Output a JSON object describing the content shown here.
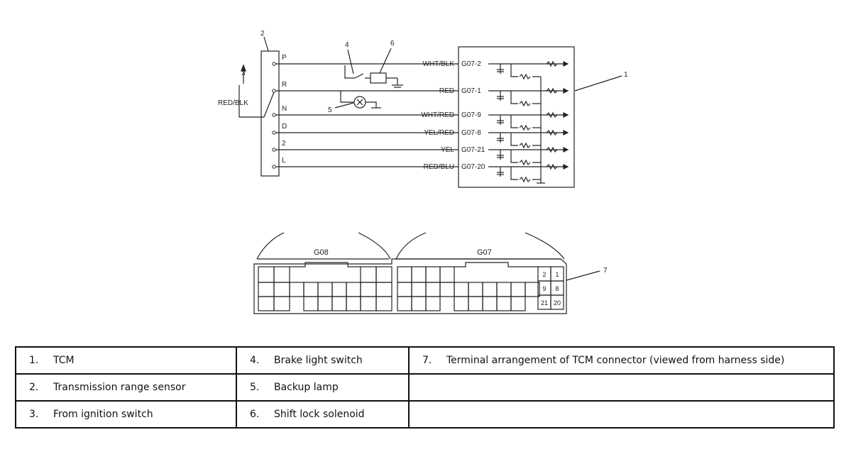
{
  "callouts": {
    "c1": "1",
    "c2": "2",
    "c3": "3",
    "c4": "4",
    "c5": "5",
    "c6": "6",
    "c7": "7"
  },
  "sensor": {
    "source_wire": "RED/BLK",
    "positions": [
      "P",
      "R",
      "N",
      "D",
      "2",
      "L"
    ]
  },
  "wires": [
    {
      "color": "WHT/BLK",
      "terminal": "G07-2"
    },
    {
      "color": "RED",
      "terminal": "G07-1"
    },
    {
      "color": "WHT/RED",
      "terminal": "G07-9"
    },
    {
      "color": "YEL/RED",
      "terminal": "G07-8"
    },
    {
      "color": "YEL",
      "terminal": "G07-21"
    },
    {
      "color": "RED/BLU",
      "terminal": "G07-20"
    }
  ],
  "connector": {
    "left_label": "G08",
    "right_label": "G07",
    "pins": [
      "2",
      "1",
      "9",
      "8",
      "21",
      "20"
    ]
  },
  "legend": {
    "rows": [
      [
        {
          "num": "1.",
          "text": "TCM"
        },
        {
          "num": "4.",
          "text": "Brake light switch"
        },
        {
          "num": "7.",
          "text": "Terminal arrangement of TCM connector (viewed from harness side)"
        }
      ],
      [
        {
          "num": "2.",
          "text": "Transmission range sensor"
        },
        {
          "num": "5.",
          "text": "Backup lamp"
        },
        {
          "num": "",
          "text": ""
        }
      ],
      [
        {
          "num": "3.",
          "text": "From ignition switch"
        },
        {
          "num": "6.",
          "text": "Shift lock solenoid"
        },
        {
          "num": "",
          "text": ""
        }
      ]
    ]
  }
}
